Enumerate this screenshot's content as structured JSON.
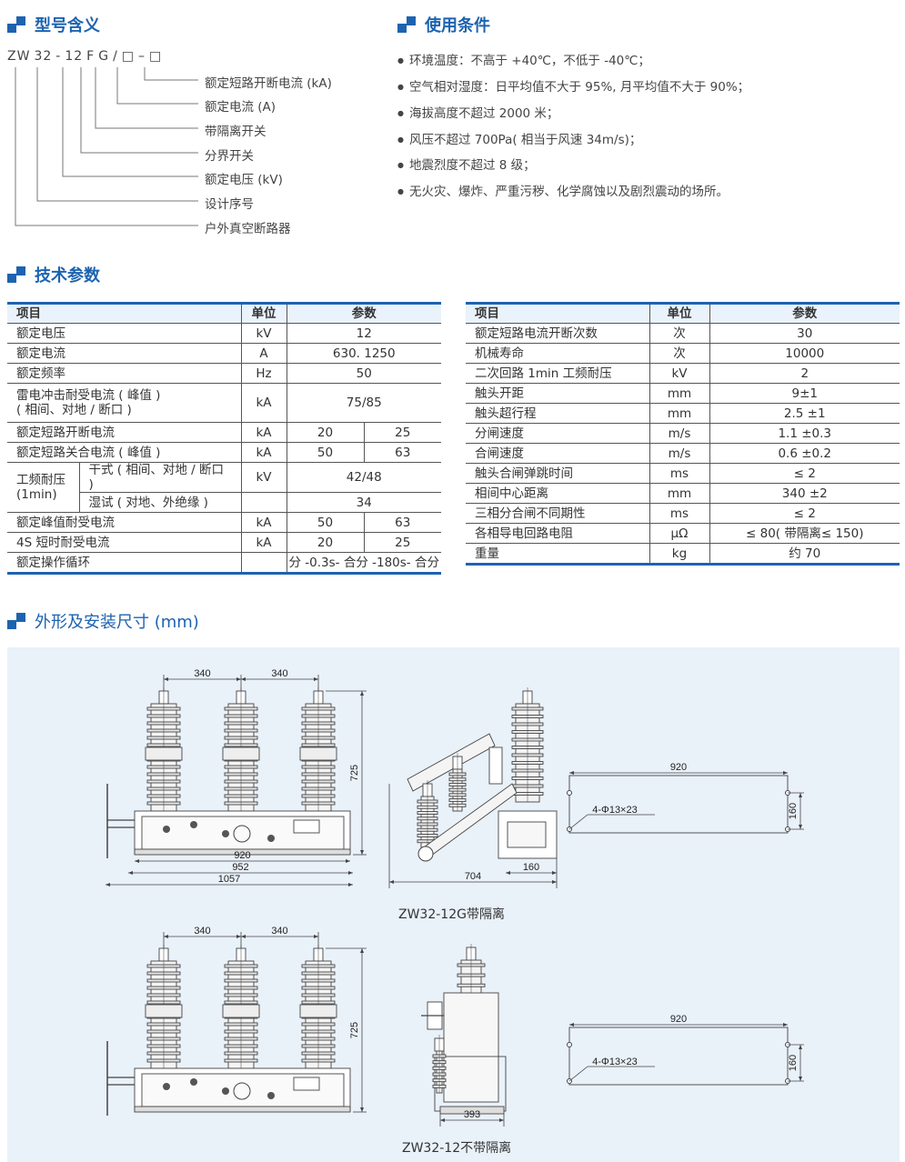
{
  "sections": {
    "model": "型号含义",
    "conditions": "使用条件",
    "tech": "技术参数",
    "dims": "外形及安装尺寸 (mm)"
  },
  "model_code": [
    "ZW",
    "32",
    "-",
    "12",
    "F",
    "G",
    "/",
    "□",
    "–",
    "□"
  ],
  "model_labels": [
    "额定短路开断电流 (kA)",
    "额定电流 (A)",
    "带隔离开关",
    "分界开关",
    "额定电压 (kV)",
    "设计序号",
    "户外真空断路器"
  ],
  "conditions": [
    "环境温度：不高于 +40℃，不低于 -40℃；",
    "空气相对湿度：日平均值不大于 95%, 月平均值不大于 90%；",
    "海拔高度不超过 2000 米；",
    "风压不超过 700Pa( 相当于风速 34m/s)；",
    "地震烈度不超过 8 级；",
    "无火灾、爆炸、严重污秽、化学腐蚀以及剧烈震动的场所。"
  ],
  "table_headers": [
    "项目",
    "单位",
    "参数"
  ],
  "left_table": {
    "r1": [
      "额定电压",
      "kV",
      "12"
    ],
    "r2": [
      "额定电流",
      "A",
      "630. 1250"
    ],
    "r3": [
      "额定频率",
      "Hz",
      "50"
    ],
    "r4": [
      "雷电冲击耐受电流 ( 峰值 )",
      "( 相间、对地 / 断口 )",
      "kA",
      "75/85"
    ],
    "r5": [
      "额定短路开断电流",
      "kA",
      "20",
      "25"
    ],
    "r6": [
      "额定短路关合电流 ( 峰值 )",
      "kA",
      "50",
      "63"
    ],
    "r7": [
      "工频耐压",
      "(1min)",
      "干式 ( 相间、对地 / 断口 )",
      "kV",
      "42/48"
    ],
    "r8": [
      "湿试 ( 对地、外绝缘 )",
      "",
      "34"
    ],
    "r9": [
      "额定峰值耐受电流",
      "kA",
      "50",
      "63"
    ],
    "r10": [
      "4S 短时耐受电流",
      "kA",
      "20",
      "25"
    ],
    "r11": [
      "额定操作循环",
      "",
      "分 -0.3s- 合分 -180s- 合分"
    ]
  },
  "right_table": [
    [
      "额定短路电流开断次数",
      "次",
      "30"
    ],
    [
      "机械寿命",
      "次",
      "10000"
    ],
    [
      "二次回路 1min 工频耐压",
      "kV",
      "2"
    ],
    [
      "触头开距",
      "mm",
      "9±1"
    ],
    [
      "触头超行程",
      "mm",
      "2.5 ±1"
    ],
    [
      "分闸速度",
      "m/s",
      "1.1 ±0.3"
    ],
    [
      "合闸速度",
      "m/s",
      "0.6 ±0.2"
    ],
    [
      "触头合闸弹跳时间",
      "ms",
      "≤ 2"
    ],
    [
      "相间中心距离",
      "mm",
      "340 ±2"
    ],
    [
      "三相分合闸不同期性",
      "ms",
      "≤ 2"
    ],
    [
      "各相导电回路电阻",
      "μΩ",
      "≤ 80( 带隔离≤ 150)"
    ],
    [
      "重量",
      "kg",
      "约 70"
    ]
  ],
  "drawing": {
    "dims": {
      "pitch": "340",
      "height": "725",
      "w920": "920",
      "w952": "952",
      "w1057": "1057",
      "side_g": "704",
      "side_base": "160",
      "plan_len": "920",
      "plan_w": "160",
      "holes": "4-Φ13×23",
      "side_n": "393"
    },
    "caption_g": "ZW32-12G带隔离",
    "caption_n": "ZW32-12不带隔离"
  },
  "colors": {
    "accent": "#1d63b0",
    "panel_bg": "#e9f1f9"
  }
}
